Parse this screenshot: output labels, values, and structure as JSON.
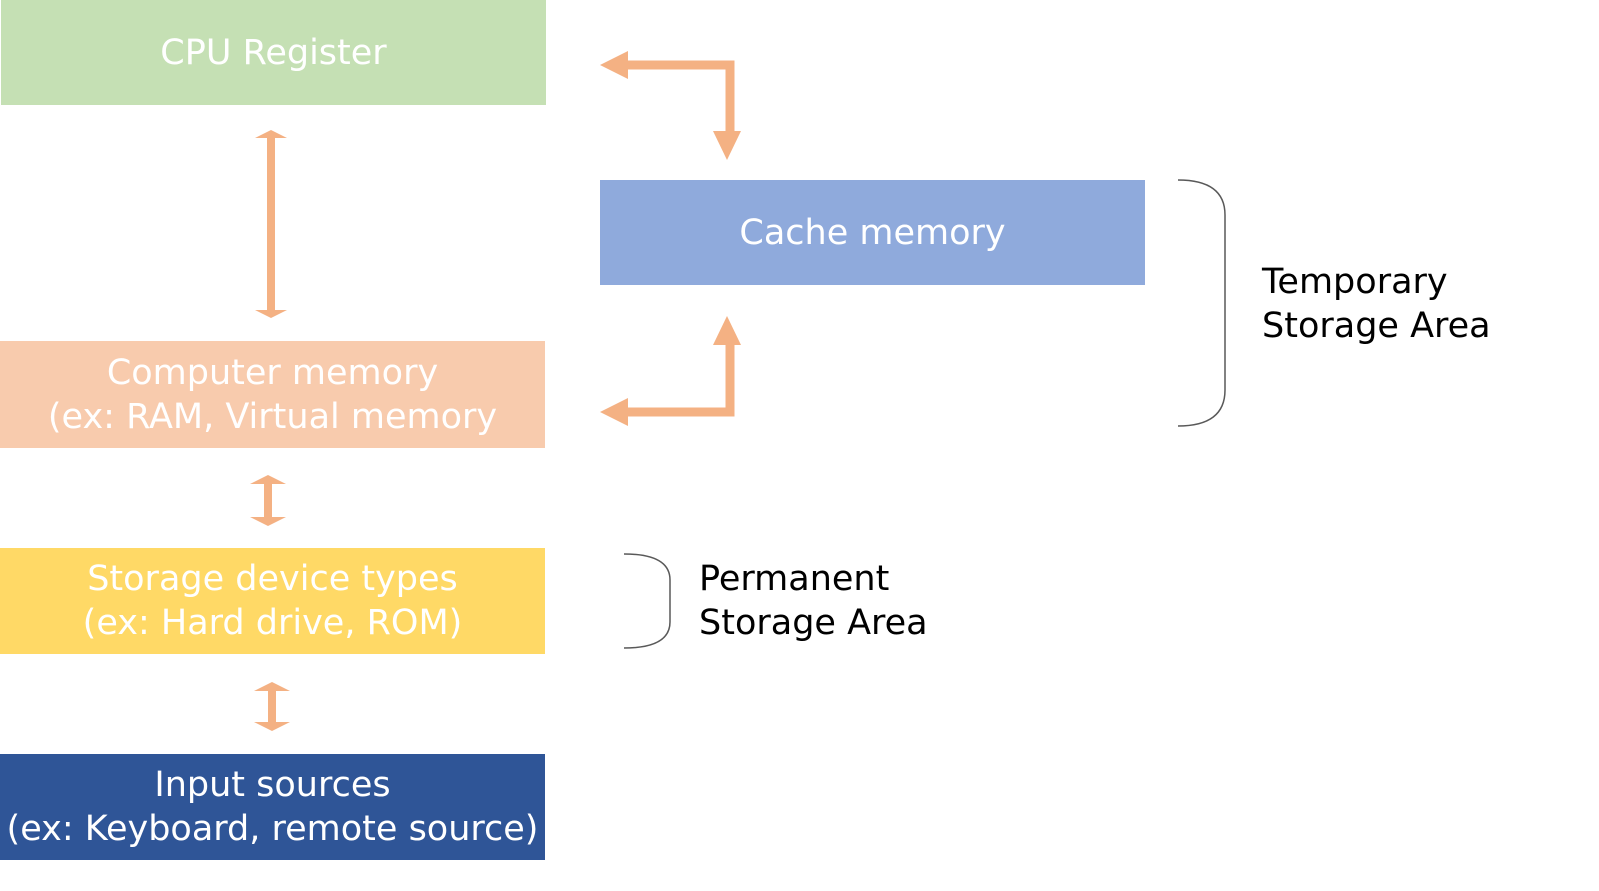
{
  "colors": {
    "cpu_register": "#c5e0b4",
    "cache_memory": "#8faadc",
    "computer_memory": "#f8cbad",
    "storage_device": "#ffd966",
    "input_sources": "#2f5597",
    "arrow": "#f4b183",
    "bracket": "#595959"
  },
  "boxes": {
    "cpu_register": {
      "line1": "CPU Register"
    },
    "cache_memory": {
      "line1": "Cache memory"
    },
    "computer_memory": {
      "line1": "Computer memory",
      "line2": "(ex: RAM, Virtual memory"
    },
    "storage_device": {
      "line1": "Storage device types",
      "line2": "(ex: Hard drive, ROM)"
    },
    "input_sources": {
      "line1": "Input sources",
      "line2": "(ex: Keyboard, remote source)"
    }
  },
  "labels": {
    "temporary": {
      "line1": "Temporary",
      "line2": "Storage Area"
    },
    "permanent": {
      "line1": "Permanent",
      "line2": "Storage Area"
    }
  }
}
